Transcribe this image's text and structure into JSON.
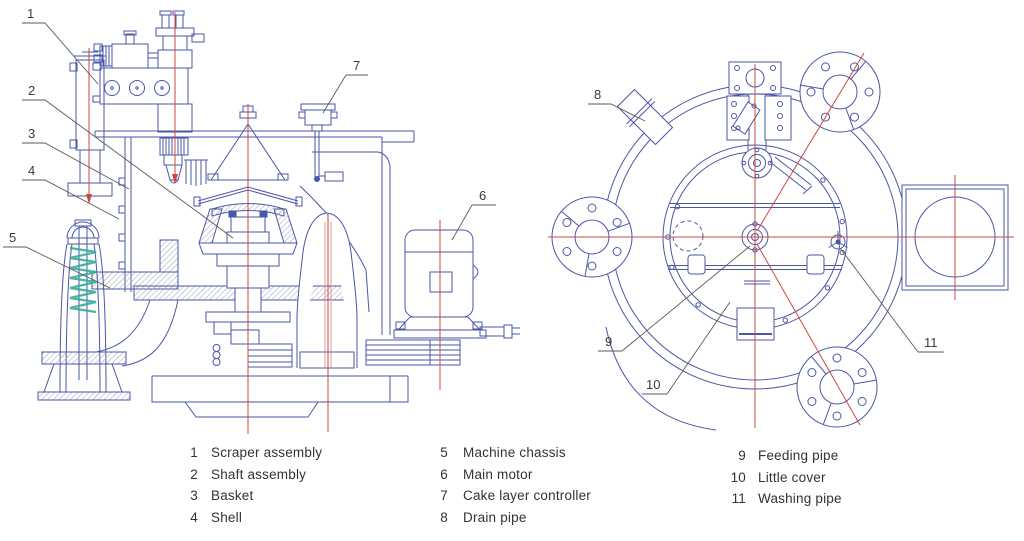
{
  "drawing_title": "",
  "colors": {
    "line_blue": "#4a57a6",
    "centerline_red": "#cc4940",
    "centerline_salmon": "#e9968e",
    "spring_green": "#3aab99",
    "hatch_gray": "#98a0b4",
    "leader_gray": "#5a5a5a",
    "text": "#333333",
    "background": "#ffffff"
  },
  "callouts": {
    "items": [
      {
        "num": "1",
        "part": "Scraper assembly"
      },
      {
        "num": "2",
        "part": "Shaft assembly"
      },
      {
        "num": "3",
        "part": "Basket"
      },
      {
        "num": "4",
        "part": "Shell"
      },
      {
        "num": "5",
        "part": "Machine chassis"
      },
      {
        "num": "6",
        "part": "Main motor"
      },
      {
        "num": "7",
        "part": "Cake layer controller"
      },
      {
        "num": "8",
        "part": "Drain pipe"
      },
      {
        "num": "9",
        "part": "Feeding pipe"
      },
      {
        "num": "10",
        "part": "Little cover"
      },
      {
        "num": "11",
        "part": "Washing pipe"
      }
    ]
  },
  "legend": {
    "columns": [
      {
        "items": [
          {
            "num": "1",
            "label": "Scraper assembly"
          },
          {
            "num": "2",
            "label": "Shaft assembly"
          },
          {
            "num": "3",
            "label": "Basket"
          },
          {
            "num": "4",
            "label": "Shell"
          }
        ]
      },
      {
        "items": [
          {
            "num": "5",
            "label": "Machine chassis"
          },
          {
            "num": "6",
            "label": "Main motor"
          },
          {
            "num": "7",
            "label": "Cake layer controller"
          },
          {
            "num": "8",
            "label": "Drain pipe"
          }
        ]
      },
      {
        "items": [
          {
            "num": "9",
            "label": "Feeding pipe"
          },
          {
            "num": "10",
            "label": "Little cover"
          },
          {
            "num": "11",
            "label": "Washing pipe"
          }
        ]
      }
    ]
  }
}
